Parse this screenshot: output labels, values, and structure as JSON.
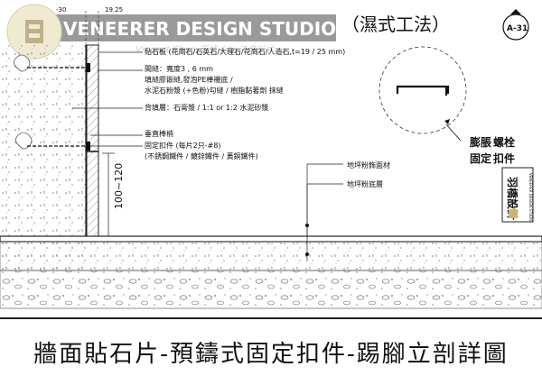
{
  "header": {
    "dim_a": "-30",
    "dim_b": "19.25",
    "studio_name": "VENEERER DESIGN STUDIO.",
    "studio_sub": "Vincent Chen デザイン スタジオ",
    "method": "（濕式工法）",
    "sheet_no": "A-31"
  },
  "notes": {
    "n1": "貼石板 (花崗石/石英石/大理石/花崗石/人造石,t=19 / 25 mm)",
    "n2": "間縫：寬度3 , 6 mm",
    "n3": "填縫膠嵌縫,發泡PE棒襯底 /",
    "n4": "水泥石粉漿 (+色粉)勾縫 / 樹脂黏著劑 抹縫",
    "n5": "背填層：石膏漿 / 1:1 or 1:2 水泥砂漿",
    "n6": "垂直棒梢",
    "n7": "固定扣件 (每片2只-#8)",
    "n8": "(不銹鋼鐵件 / 鍍鋅鐵件 / 黃銅鐵件)",
    "floor1": "地坪粉飾面材",
    "floor2": "地坪粉底層",
    "dim_height": "100~120"
  },
  "detail": {
    "label1": "膨脹",
    "label1b": "螺栓",
    "label2": "固定",
    "label2b": "扣件"
  },
  "stamp": {
    "text": "羽橋設計",
    "sub": "VENEERER DESIGN STUDIO"
  },
  "footer": {
    "title": "牆面貼石片-預鑄式固定扣件-踢腳立剖詳圖"
  }
}
